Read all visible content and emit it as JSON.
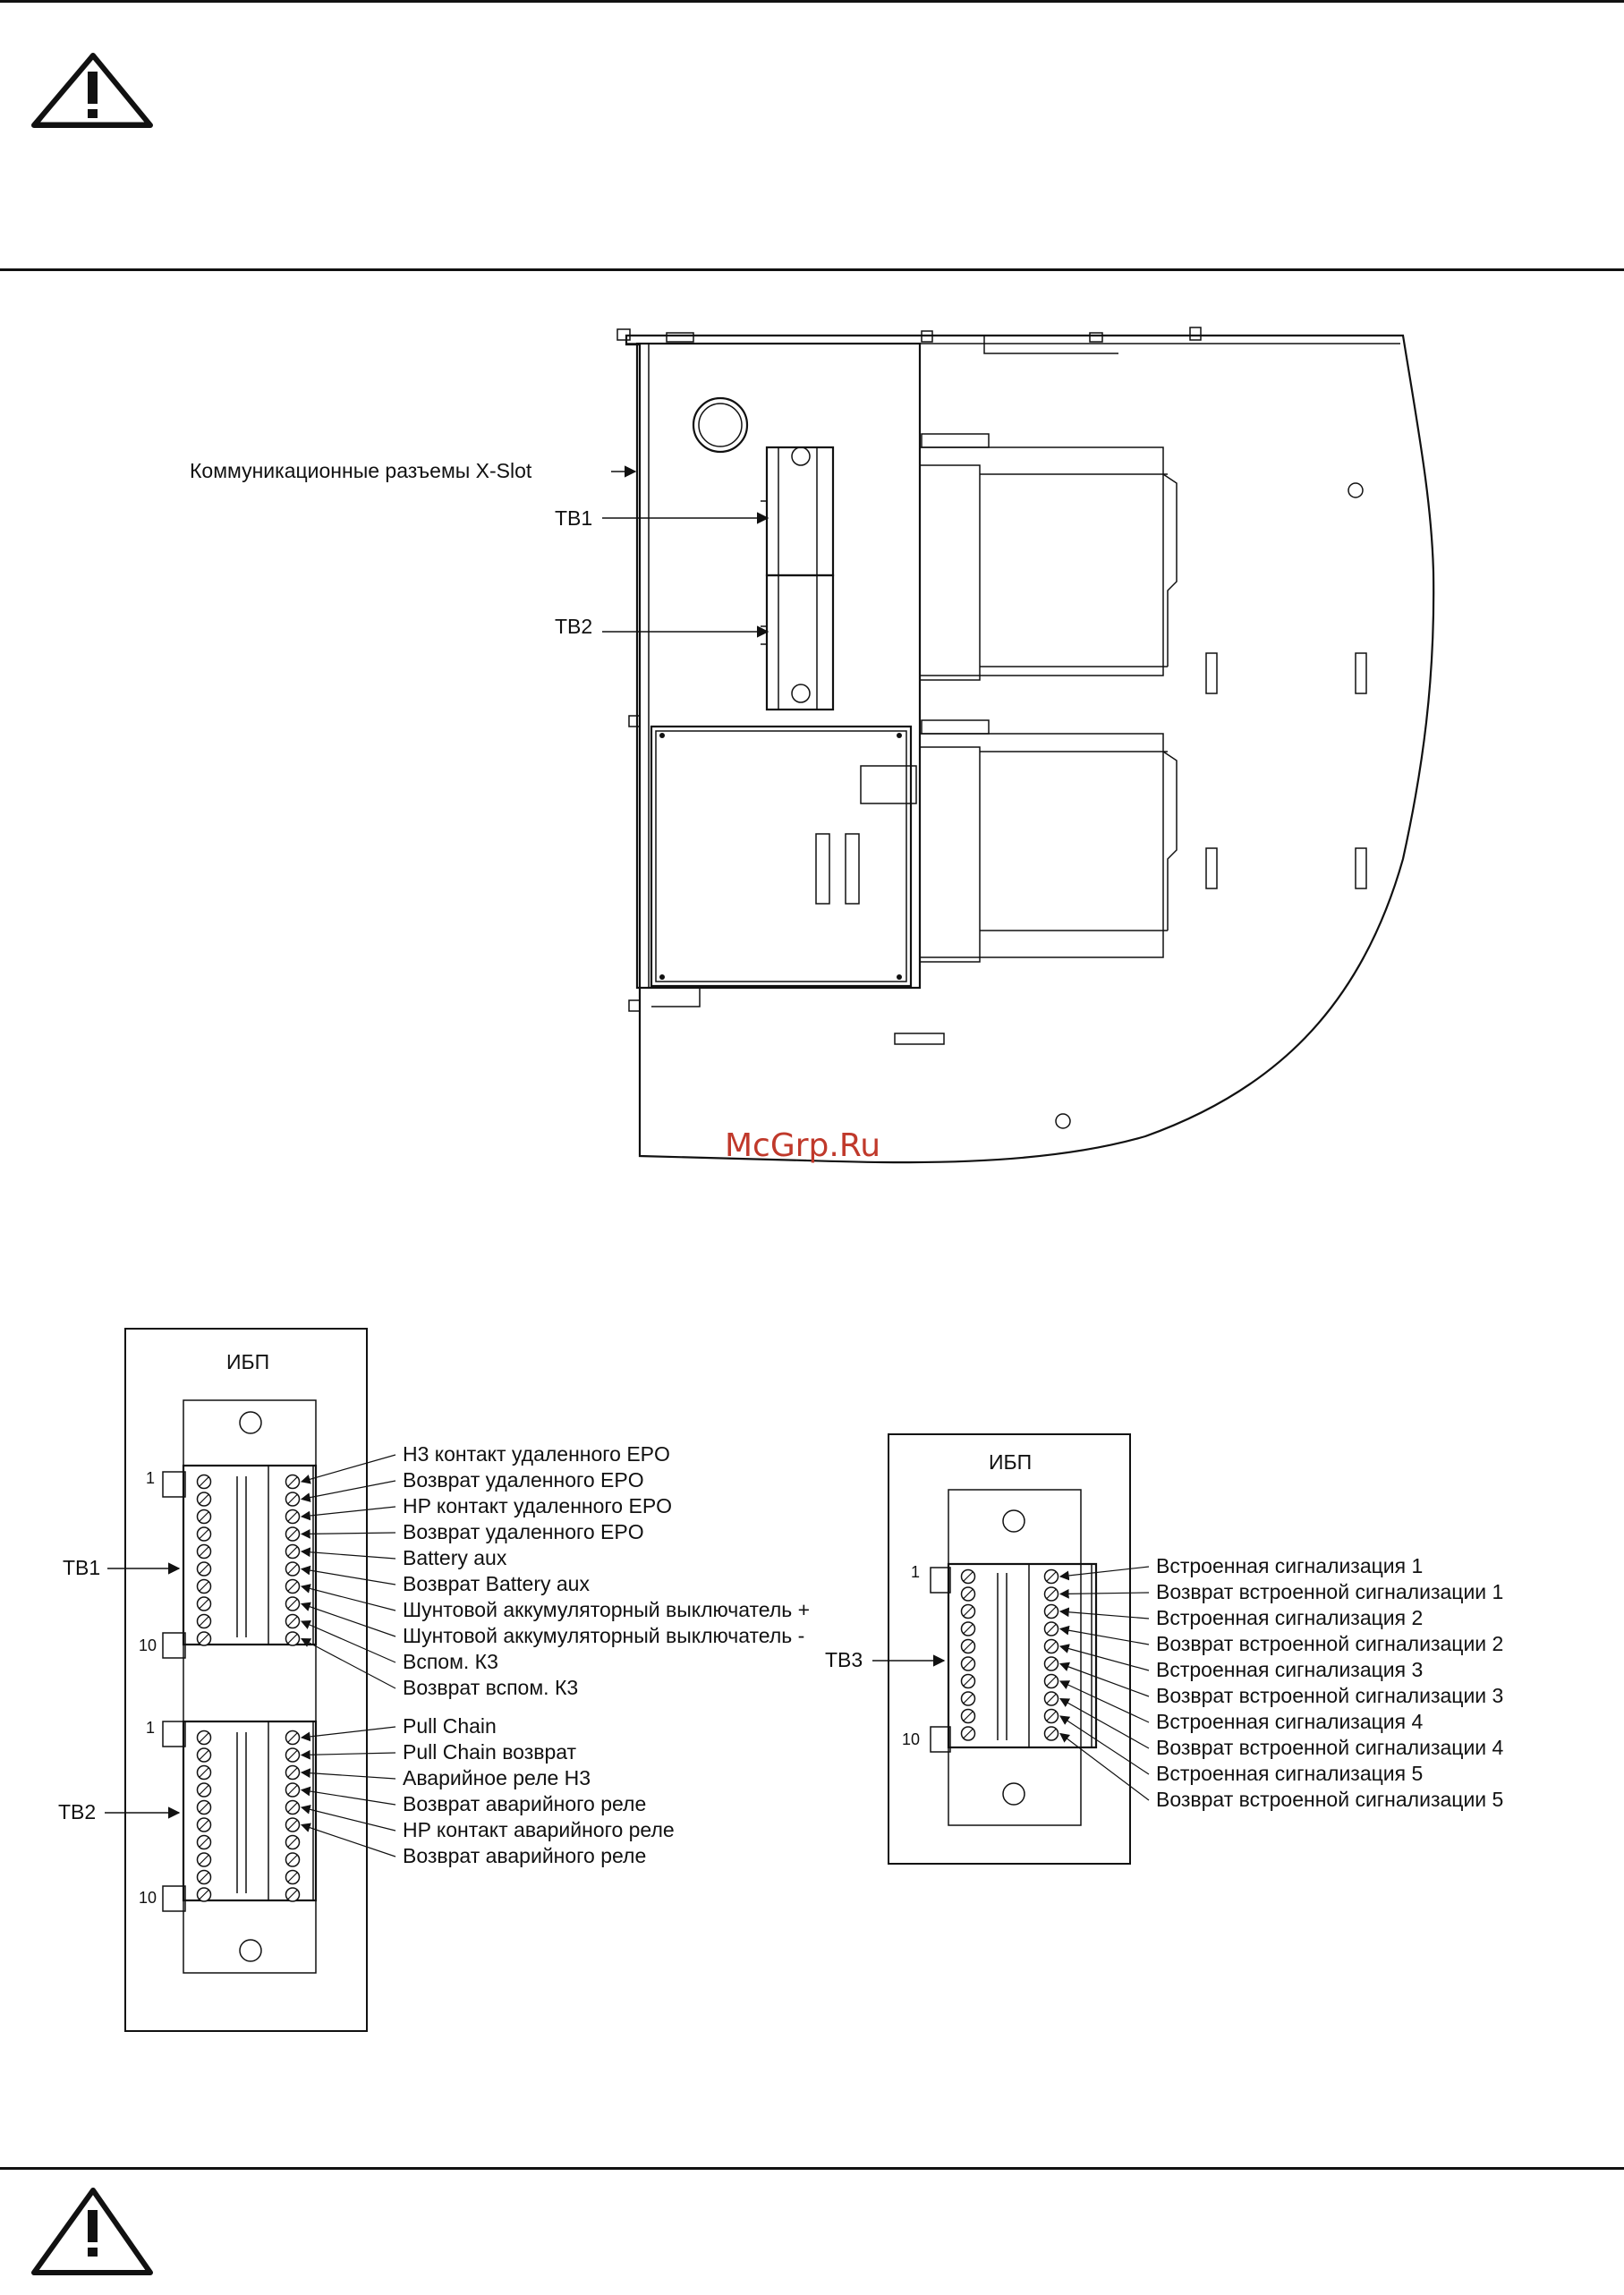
{
  "watermark": "McGrp.Ru",
  "top_view": {
    "label_xslot": "Коммуникационные разъемы X-Slot",
    "label_tb1": "TB1",
    "label_tb2": "TB2"
  },
  "panel_left": {
    "title": "ИБП",
    "tb1_label": "TB1",
    "tb2_label": "TB2",
    "pin_first": "1",
    "pin_last": "10",
    "tb1_items": [
      "Н3 контакт удаленного EPO",
      "Возврат удаленного EPO",
      "HP контакт удаленного EPO",
      "Возврат удаленного EPO",
      "Battery aux",
      "Возврат Battery aux",
      "Шунтовой аккумуляторный выключатель +",
      "Шунтовой аккумуляторный выключатель -",
      "Вспом. К3",
      "Возврат вспом. К3"
    ],
    "tb2_items": [
      "Pull Chain",
      "Pull Chain возврат",
      "Аварийное реле Н3",
      "Возврат аварийного реле",
      "HP контакт аварийного реле",
      "Возврат аварийного реле"
    ]
  },
  "panel_right": {
    "title": "ИБП",
    "tb3_label": "TB3",
    "pin_first": "1",
    "pin_last": "10",
    "tb3_items": [
      "Встроенная сигнализация 1",
      "Возврат встроенной сигнализации 1",
      "Встроенная сигнализация 2",
      "Возврат встроенной сигнализации 2",
      "Встроенная сигнализация 3",
      "Возврат встроенной сигнализации 3",
      "Встроенная сигнализация 4",
      "Возврат встроенной сигнализации 4",
      "Встроенная сигнализация 5",
      "Возврат встроенной сигнализации 5"
    ]
  }
}
